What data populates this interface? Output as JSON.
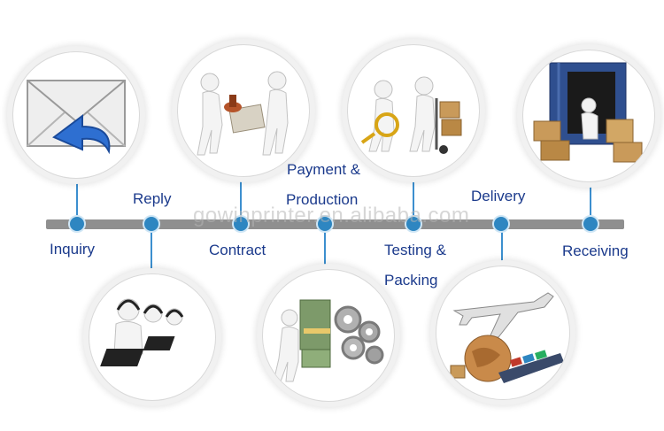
{
  "steps": [
    {
      "label": "Inquiry",
      "icon": "envelope-reply-icon"
    },
    {
      "label": "Reply",
      "icon": "call-center-icon"
    },
    {
      "label": "Contract",
      "icon": "handshake-contract-icon"
    },
    {
      "label_line1": "Payment &",
      "label_line2": "Production",
      "icon": "money-gears-icon"
    },
    {
      "label_line1": "Testing &",
      "label_line2": "Packing",
      "icon": "inspection-cart-icon"
    },
    {
      "label": "Delivery",
      "icon": "airplane-globe-ship-icon"
    },
    {
      "label": "Receiving",
      "icon": "container-boxes-icon"
    }
  ],
  "watermark": "gowinprinter.en.alibaba.com",
  "colors": {
    "label": "#1b3a8c",
    "dot": "#2e86c1",
    "bar": "#8f8f8f"
  }
}
